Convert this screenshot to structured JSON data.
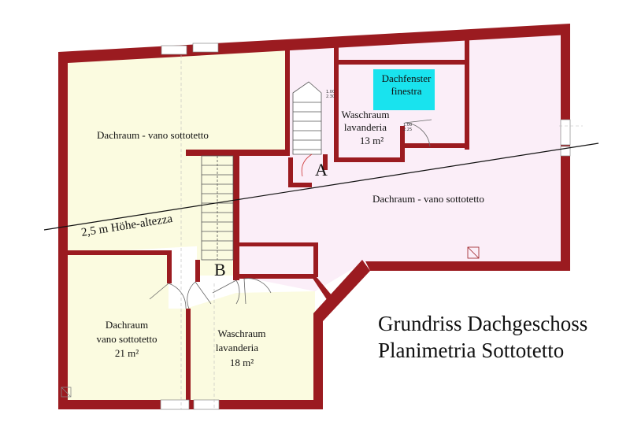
{
  "plan": {
    "rooms": [
      {
        "id": "attic-left",
        "lines": [
          "Dachraum -  vano sottotetto"
        ]
      },
      {
        "id": "laundry-top",
        "lines": [
          "Waschraum",
          "lavanderia",
          "13 m²"
        ]
      },
      {
        "id": "attic-right",
        "lines": [
          "Dachraum - vano sottotetto"
        ]
      },
      {
        "id": "attic-small",
        "lines": [
          "Dachraum",
          "vano sottotetto",
          "21 m²"
        ]
      },
      {
        "id": "laundry-bottom",
        "lines": [
          "Waschraum",
          "lavanderia",
          "18 m²"
        ]
      }
    ],
    "skylight_label": [
      "Dachfenster",
      "finestra"
    ],
    "height_line_label": "2,5 m Höhe-altezza",
    "marker_a": "A",
    "marker_b": "B",
    "stair_note_a": [
      "1.00",
      "2.30"
    ],
    "stair_note_b": [
      "1.00",
      "2.25"
    ],
    "title_lines": [
      "Grundriss Dachgeschoss",
      "Planimetria Sottotetto"
    ],
    "colors": {
      "wall": "#9b1b20",
      "attic_left_fill": "#fbfbe0",
      "attic_right_fill": "#fbeef8",
      "skylight": "#19e3ee"
    }
  }
}
